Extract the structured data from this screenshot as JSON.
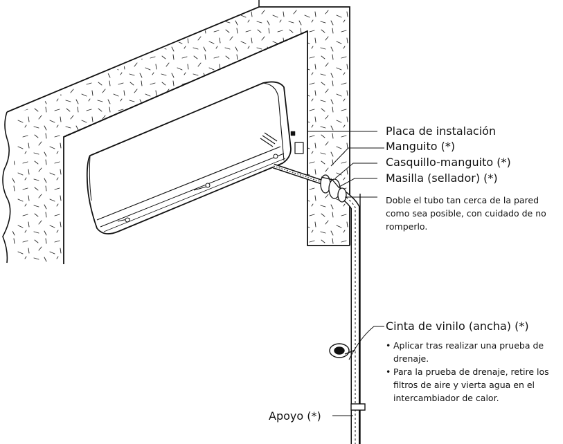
{
  "labels": {
    "installation_plate": "Placa de instalación",
    "sleeve": "Manguito (*)",
    "sleeve_bushing": "Casquillo-manguito (*)",
    "putty": "Masilla (sellador) (*)",
    "bend_note": "Doble el tubo tan cerca de la pared como sea posible, con cuidado de no romperlo.",
    "vinyl_tape": "Cinta de vinilo (ancha) (*)",
    "vinyl_notes": [
      "Aplicar tras realizar una prueba de drenaje.",
      "Para la prueba de drenaje, retire los filtros de aire y vierta agua en el intercambiador de calor."
    ],
    "support": "Apoyo (*)"
  }
}
